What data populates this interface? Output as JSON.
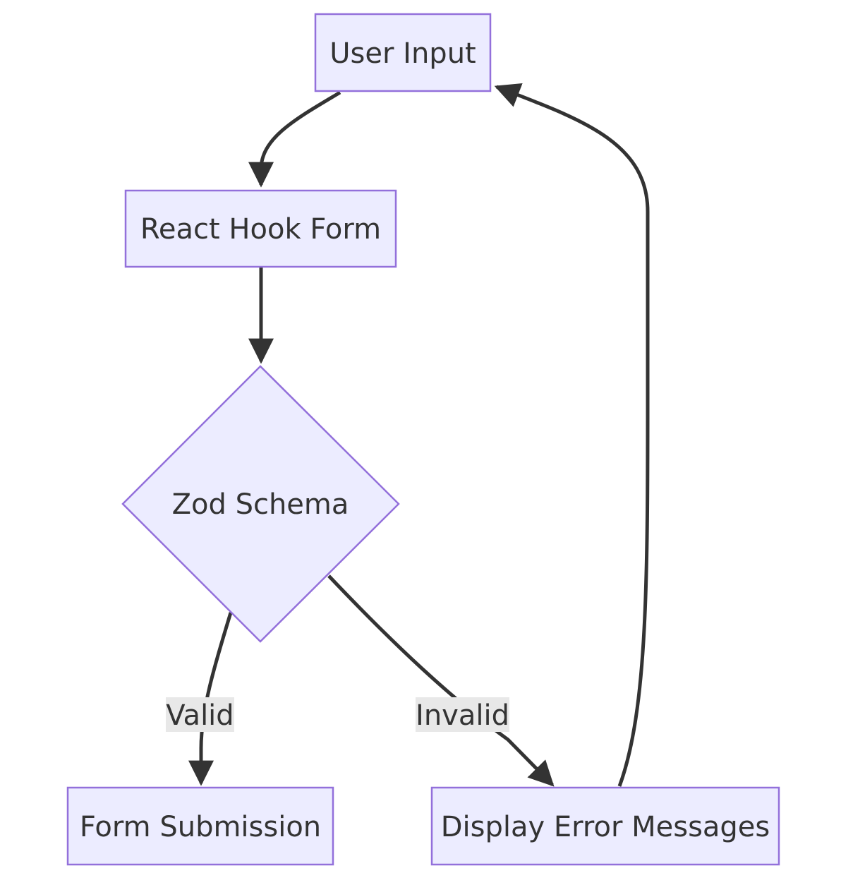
{
  "diagram": {
    "nodes": {
      "user_input": "User Input",
      "react_hook_form": "React Hook Form",
      "zod_schema": "Zod Schema",
      "form_submission": "Form Submission",
      "display_errors": "Display Error Messages"
    },
    "edges": {
      "valid": "Valid",
      "invalid": "Invalid"
    },
    "colors": {
      "node_fill": "#ececff",
      "node_border": "#9370db",
      "edge": "#333333",
      "edge_label_bg": "#e8e8e8",
      "text": "#333333"
    }
  }
}
